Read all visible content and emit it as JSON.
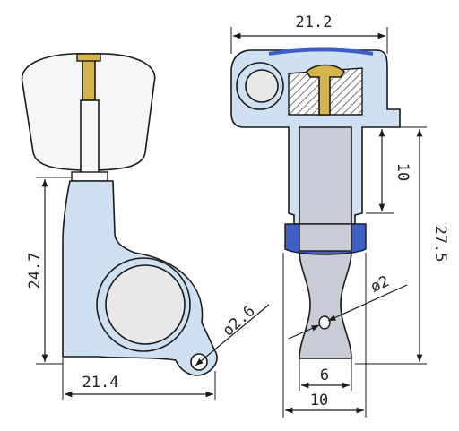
{
  "dimensions": {
    "overall_width": "21.2",
    "post_height_to_flange": "10",
    "total_height": "27.5",
    "shaft_hole_diameter": "ø2",
    "shaft_diameter": "6",
    "bushing_width": "10",
    "body_height": "24.7",
    "mount_hole_diameter": "ø2.6",
    "body_width": "21.4"
  },
  "colors": {
    "body": "#cfe0f2",
    "body_outline": "#1a1a1a",
    "button": "#f5f6f8",
    "brass": "#d6b44c",
    "shaft": "#c9ccd6",
    "washer": "#3e5fc6",
    "gear": "#e8e8ea",
    "hatch": "#555555"
  }
}
